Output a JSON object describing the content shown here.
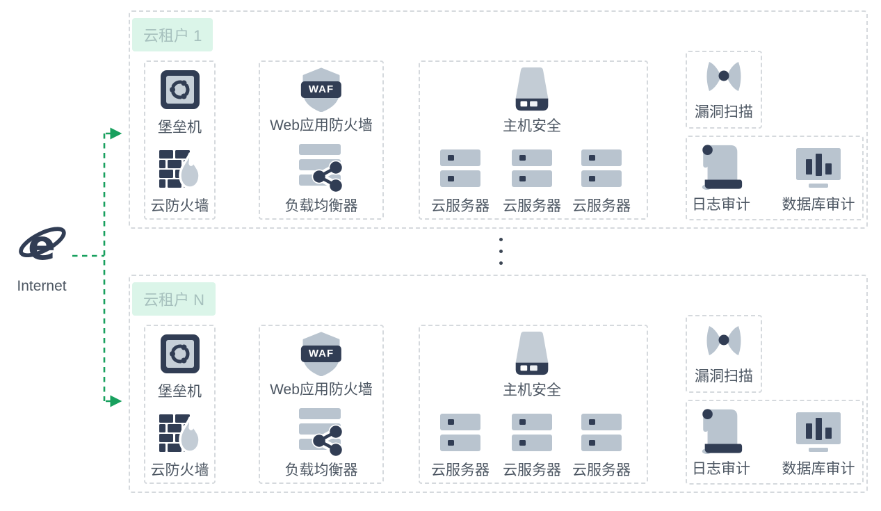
{
  "internet": {
    "label": "Internet"
  },
  "tenants": [
    {
      "name": "云租户 1",
      "bastion": "堡垒机",
      "cloud_firewall": "云防火墙",
      "waf": "Web应用防火墙",
      "waf_badge": "WAF",
      "load_balancer": "负载均衡器",
      "host_security": "主机安全",
      "servers": [
        "云服务器",
        "云服务器",
        "云服务器"
      ],
      "vuln_scan": "漏洞扫描",
      "log_audit": "日志审计",
      "db_audit": "数据库审计"
    },
    {
      "name": "云租户 N",
      "bastion": "堡垒机",
      "cloud_firewall": "云防火墙",
      "waf": "Web应用防火墙",
      "waf_badge": "WAF",
      "load_balancer": "负载均衡器",
      "host_security": "主机安全",
      "servers": [
        "云服务器",
        "云服务器",
        "云服务器"
      ],
      "vuln_scan": "漏洞扫描",
      "log_audit": "日志审计",
      "db_audit": "数据库审计"
    }
  ],
  "colors": {
    "arrow_green": "#18a05e",
    "chip_bg": "#dbf5e9",
    "chip_text": "#a6c0bd",
    "icon_dark": "#313d54",
    "icon_light": "#b9c4cf",
    "label_text": "#4c5662",
    "dashed_border": "#d5d9dd"
  }
}
